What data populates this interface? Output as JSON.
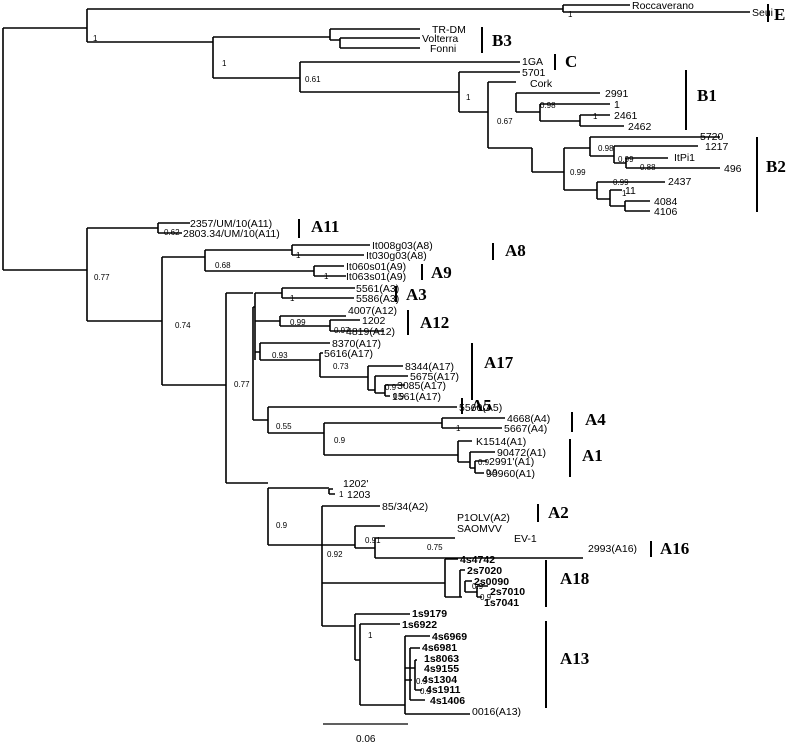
{
  "tree": {
    "leaves": [
      "Roccaverano",
      "Seui",
      "TR-DM",
      "Volterra",
      "Fonni",
      "1GA",
      "5701",
      "Cork",
      "2991",
      "1",
      "2461",
      "2462",
      "5720",
      "1217",
      "ItPi1",
      "496",
      "2437",
      "11",
      "4084",
      "4106",
      "2357/UM/10(A11)",
      "2803.34/UM/10(A11)",
      "It008g03(A8)",
      "It030g03(A8)",
      "It060s01(A9)",
      "It063s01(A9)",
      "5561(A3)",
      "5586(A3)",
      "4007(A12)",
      "1202",
      "4819(A12)",
      "8370(A17)",
      "5616(A17)",
      "8344(A17)",
      "5675(A17)",
      "3085(A17)",
      "1561(A17)",
      "5560(A5)",
      "4668(A4)",
      "5667(A4)",
      "K1514(A1)",
      "90472(A1)",
      "2991'(A1)",
      "90960(A1)",
      "1202'",
      "1203",
      "85/34(A2)",
      "P1OLV(A2)",
      "SAOMVV",
      "EV-1",
      "2993(A16)",
      "4s4742",
      "2s7020",
      "2s0090",
      "2s7010",
      "1s7041",
      "1s9179",
      "1s6922",
      "4s6969",
      "4s6981",
      "1s8063",
      "4s9155",
      "4s1304",
      "4s1911",
      "4s1406",
      "0016(A13)"
    ],
    "support": [
      "1",
      "1",
      "1",
      "0.61",
      "1",
      "0.67",
      "0.98",
      "1",
      "0.99",
      "0.98",
      "0.99",
      "0.88",
      "0.99",
      "1",
      "0.62",
      "0.77",
      "0.68",
      "1",
      "1",
      "0.74",
      "1",
      "0.99",
      "0.97",
      "0.77",
      "0.93",
      "0.73",
      "0.9",
      "0.9",
      "0.55",
      "0.9",
      "1",
      "0.9",
      "0.9",
      "0.9",
      "1",
      "0.91",
      "0.75",
      "0.92",
      "0.9",
      "0.9",
      "1",
      "0.9",
      "0.9"
    ],
    "groups": [
      "E",
      "B3",
      "C",
      "B1",
      "B2",
      "A11",
      "A8",
      "A9",
      "A3",
      "A12",
      "A17",
      "A5",
      "A4",
      "A1",
      "A2",
      "A16",
      "A18",
      "A13"
    ]
  },
  "scale": {
    "label": "0.06"
  }
}
